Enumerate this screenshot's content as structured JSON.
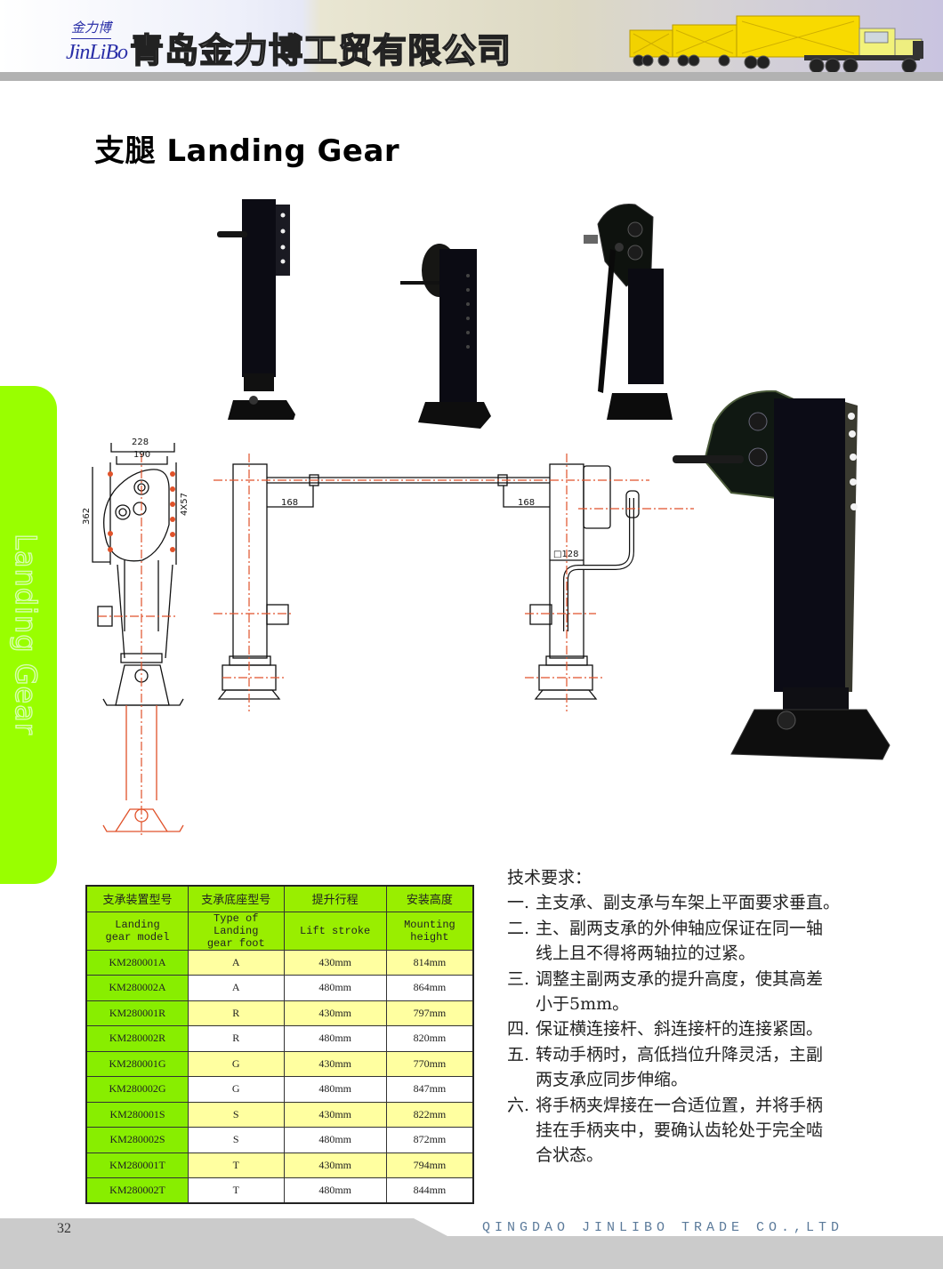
{
  "header": {
    "logo_cn": "金力博",
    "logo_en": "JinLiBo",
    "company_name_cn": "青岛金力博工贸有限公司",
    "banner_image": "yellow-truck-with-trailers"
  },
  "page_title": "支腿 Landing Gear",
  "side_tab": {
    "label": "Landing Gear",
    "color": "#99ff00"
  },
  "photos": [
    {
      "name": "landing-gear-photo-1",
      "description": "black landing gear leg with side crank shaft"
    },
    {
      "name": "landing-gear-photo-2",
      "description": "black landing gear leg with round gearbox"
    },
    {
      "name": "landing-gear-photo-3",
      "description": "black landing gear leg with triangular gearbox and crank handle"
    },
    {
      "name": "landing-gear-photo-4",
      "description": "large black landing gear leg close-up"
    }
  ],
  "drawing": {
    "dimensions": {
      "width_outer": "228",
      "width_inner": "190",
      "height": "362",
      "hole_pattern": "4X57",
      "shaft_offset_left": "168",
      "shaft_offset_right": "168",
      "tube_size": "□128"
    },
    "line_color": "#111111",
    "center_line_color": "#e0522a"
  },
  "spec_table": {
    "headers_cn": [
      "支承装置型号",
      "支承底座型号",
      "提升行程",
      "安装高度"
    ],
    "headers_en": [
      [
        "Landing",
        "gear model"
      ],
      [
        "Type of Landing",
        "gear foot"
      ],
      [
        "Lift stroke"
      ],
      [
        "Mounting",
        "height"
      ]
    ],
    "rows": [
      {
        "model": "KM280001A",
        "foot": "A",
        "stroke": "430mm",
        "height": "814mm"
      },
      {
        "model": "KM280002A",
        "foot": "A",
        "stroke": "480mm",
        "height": "864mm"
      },
      {
        "model": "KM280001R",
        "foot": "R",
        "stroke": "430mm",
        "height": "797mm"
      },
      {
        "model": "KM280002R",
        "foot": "R",
        "stroke": "480mm",
        "height": "820mm"
      },
      {
        "model": "KM280001G",
        "foot": "G",
        "stroke": "430mm",
        "height": "770mm"
      },
      {
        "model": "KM280002G",
        "foot": "G",
        "stroke": "480mm",
        "height": "847mm"
      },
      {
        "model": "KM280001S",
        "foot": "S",
        "stroke": "430mm",
        "height": "822mm"
      },
      {
        "model": "KM280002S",
        "foot": "S",
        "stroke": "480mm",
        "height": "872mm"
      },
      {
        "model": "KM280001T",
        "foot": "T",
        "stroke": "430mm",
        "height": "794mm"
      },
      {
        "model": "KM280002T",
        "foot": "T",
        "stroke": "480mm",
        "height": "844mm"
      }
    ],
    "colors": {
      "header_green": "#99ee00",
      "model_green": "#88ee00",
      "highlight_yellow": "#ffffa0"
    }
  },
  "tech_requirements": {
    "title": "技术要求：",
    "items": [
      {
        "num": "一.",
        "lines": [
          "主支承、副支承与车架上平面要求垂直。"
        ]
      },
      {
        "num": "二.",
        "lines": [
          "主、副两支承的外伸轴应保证在同一轴",
          "线上且不得将两轴拉的过紧。"
        ]
      },
      {
        "num": "三.",
        "lines": [
          "调整主副两支承的提升高度，使其高差",
          "小于5mm。"
        ]
      },
      {
        "num": "四.",
        "lines": [
          "保证横连接杆、斜连接杆的连接紧固。"
        ]
      },
      {
        "num": "五.",
        "lines": [
          "转动手柄时，高低挡位升降灵活，主副",
          "两支承应同步伸缩。"
        ]
      },
      {
        "num": "六.",
        "lines": [
          "将手柄夹焊接在一合适位置，并将手柄",
          "挂在手柄夹中，要确认齿轮处于完全啮",
          "合状态。"
        ]
      }
    ]
  },
  "footer": {
    "page_number": "32",
    "company_en": "QINGDAO JINLIBO TRADE CO.,LTD"
  }
}
